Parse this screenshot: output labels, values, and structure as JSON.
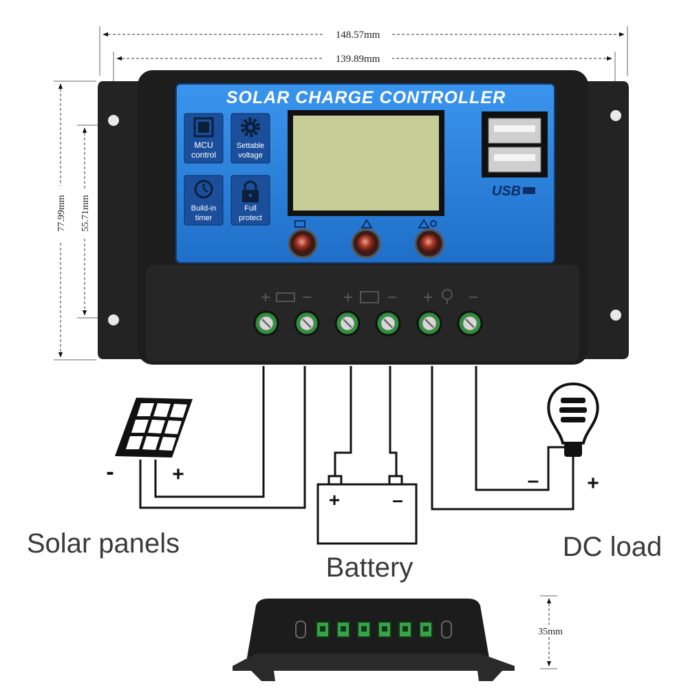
{
  "dimensions": {
    "overall_width": "148.57mm",
    "hole_spacing_width": "139.89mm",
    "overall_height": "77.99mm",
    "hole_spacing_height": "55.71mm",
    "depth": "35mm"
  },
  "device": {
    "title": "SOLAR CHARGE CONTROLLER",
    "features": [
      {
        "line1": "MCU",
        "line2": "control",
        "icon": "chip-icon"
      },
      {
        "line1": "Settable",
        "line2": "voltage",
        "icon": "gear-icon"
      },
      {
        "line1": "Build-in",
        "line2": "timer",
        "icon": "clock-icon"
      },
      {
        "line1": "Full",
        "line2": "protect",
        "icon": "lock-icon"
      }
    ],
    "usb_label": "USB",
    "colors": {
      "panel_blue": "#2e86e0",
      "body_black": "#1b1b1b",
      "lcd": "#c9cf96",
      "terminal_green": "#3aa04a"
    }
  },
  "wiring": {
    "solar_label": "Solar panels",
    "battery_label": "Battery",
    "load_label": "DC load",
    "solar_minus": "-",
    "solar_plus": "+",
    "battery_plus": "+",
    "battery_minus": "–",
    "load_minus": "–",
    "load_plus": "+"
  }
}
